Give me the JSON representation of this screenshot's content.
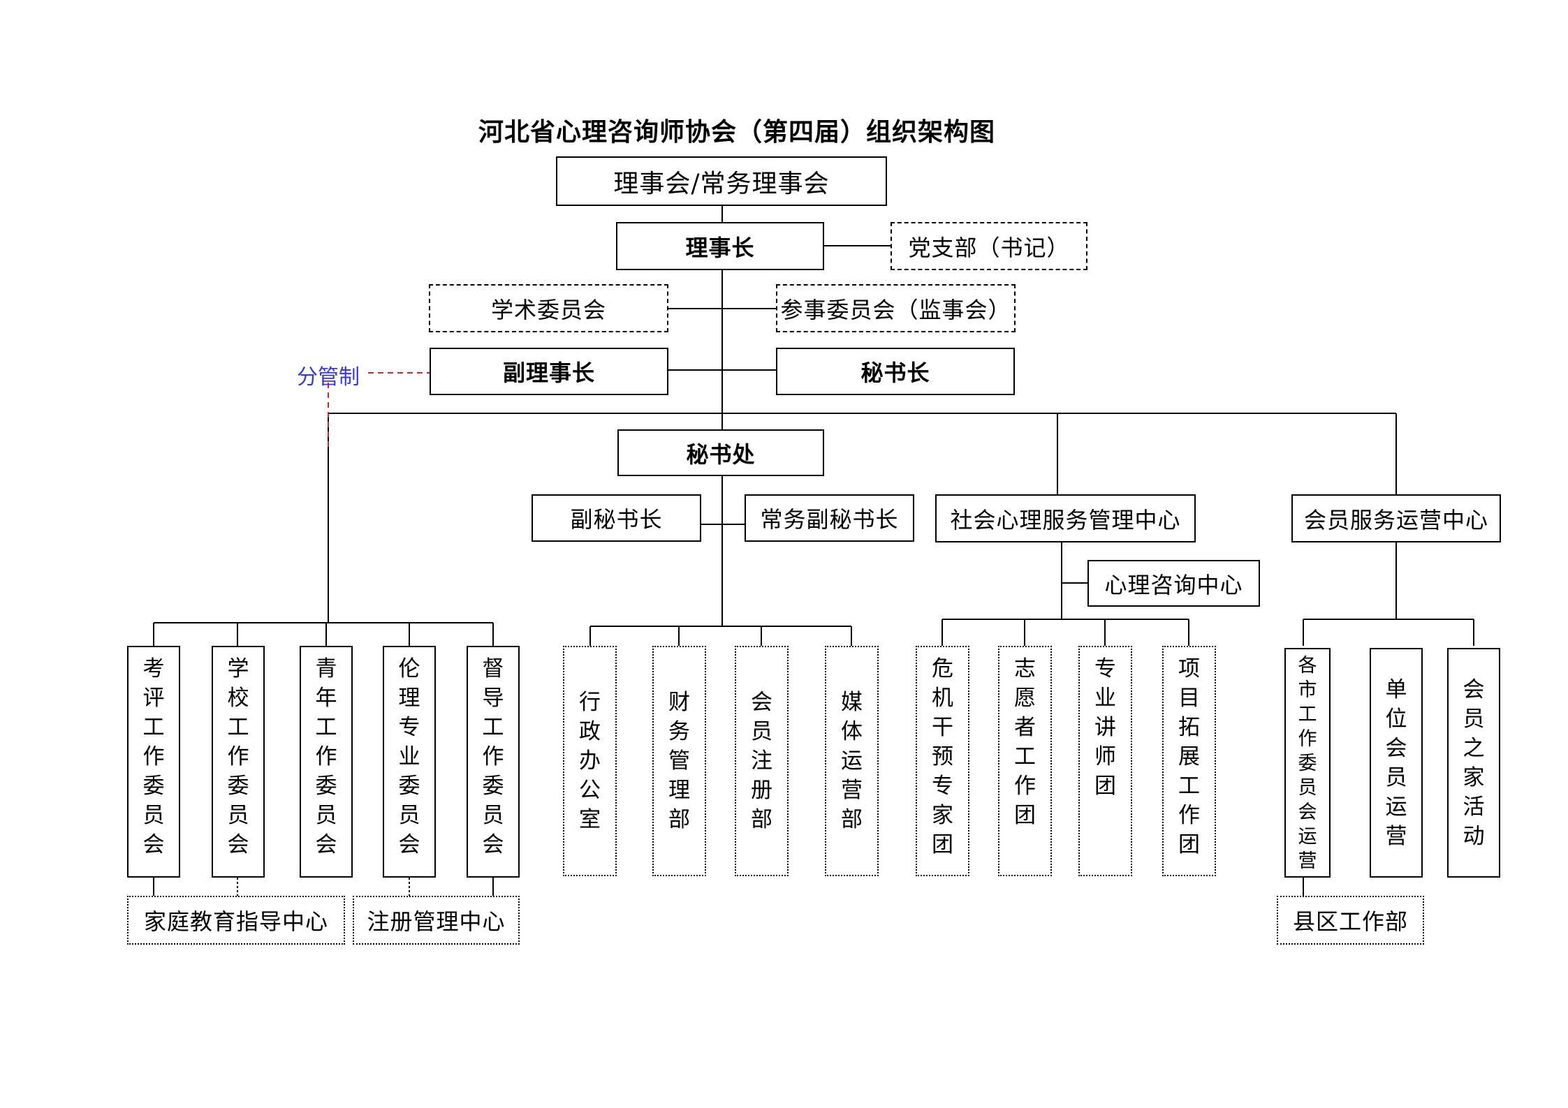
{
  "title": "河北省心理咨询师协会（第四届）组织架构图",
  "annotation": {
    "text": "分管制",
    "color": "#3a3acf",
    "line_color": "#e02020"
  },
  "top": {
    "council": "理事会/常务理事会",
    "chairman": "理事长",
    "party_branch": "党支部（书记）",
    "academic_committee": "学术委员会",
    "advisory_committee": "参事委员会（监事会）",
    "vice_chairman": "副理事长",
    "secretary_general": "秘书长",
    "secretariat": "秘书处",
    "deputy_secretary_general": "副秘书长",
    "executive_deputy_secretary_general": "常务副秘书长",
    "social_service_center": "社会心理服务管理中心",
    "counseling_center": "心理咨询中心",
    "member_service_center": "会员服务运营中心"
  },
  "committees": [
    "考评工作委员会",
    "学校工作委员会",
    "青年工作委员会",
    "伦理专业委员会",
    "督导工作委员会"
  ],
  "committee_subs": [
    "家庭教育指导中心",
    "注册管理中心"
  ],
  "departments": [
    "行政办公室",
    "财务管理部",
    "会员注册部",
    "媒体运营部"
  ],
  "service_groups": [
    "危机干预专家团",
    "志愿者工作团",
    "专业讲师团",
    "项目拓展工作团"
  ],
  "member_units": [
    "各市工作委员会运营",
    "单位会员运营",
    "会员之家活动"
  ],
  "member_sub": "县区工作部"
}
